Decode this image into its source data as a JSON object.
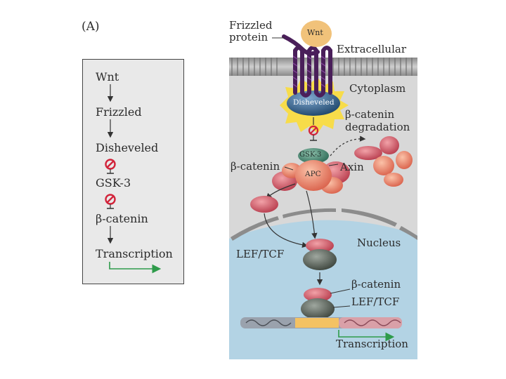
{
  "panel_label": "(A)",
  "left_pathway": {
    "wnt": "Wnt",
    "frizzled": "Frizzled",
    "disheveled": "Disheveled",
    "gsk3": "GSK-3",
    "bcatenin": "β-catenin",
    "transcription": "Transcription"
  },
  "right_diagram": {
    "frizzled_label_line1": "Frizzled",
    "frizzled_label_line2": "protein",
    "wnt": "Wnt",
    "extracellular": "Extracellular",
    "cytoplasm": "Cytoplasm",
    "disheveled": "Disheveled",
    "degradation_line1": "β-catenin",
    "degradation_line2": "degradation",
    "gsk3": "GSK-3",
    "apc": "APC",
    "axin": "Axin",
    "bcatenin": "β-catenin",
    "nucleus": "Nucleus",
    "lef_tcf": "LEF/TCF",
    "bcatenin_nuclear": "β-catenin",
    "lef_tcf_dna": "LEF/TCF",
    "transcription": "Transcription"
  },
  "colors": {
    "cytoplasm_bg": "#d8d8d8",
    "nucleus_bg": "#b3d3e4",
    "bcatenin_red": "#c8505e",
    "lef_gray": "#4f584f",
    "apc_salmon": "#e8826a",
    "gsk_green": "#3c7a66",
    "disheveled_blue": "#2e5e8a",
    "frizzled_purple": "#4a1f5a",
    "wnt_yellow": "#f1c27a",
    "inhibitor_red": "#d2233a",
    "transcription_green": "#2e9b4a"
  }
}
